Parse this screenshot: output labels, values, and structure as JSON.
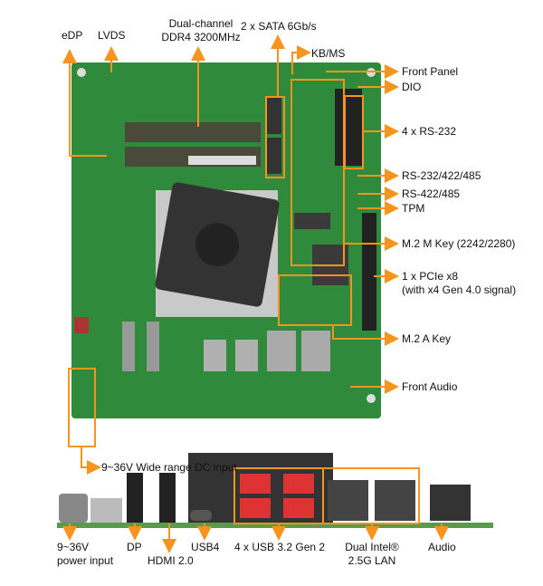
{
  "colors": {
    "accent": "#f7941d",
    "board": "#2f8a3c"
  },
  "top_view": {
    "labels": {
      "edp": "eDP",
      "lvds": "LVDS",
      "ddr4_line1": "Dual-channel",
      "ddr4_line2": "DDR4 3200MHz",
      "sata": "2 x SATA 6Gb/s",
      "kbms": "KB/MS",
      "front_panel": "Front Panel",
      "dio": "DIO",
      "rs232": "4 x RS-232",
      "rs232_422_485": "RS-232/422/485",
      "rs422_485": "RS-422/485",
      "tpm": "TPM",
      "m2_m_key": "M.2 M Key (2242/2280)",
      "pcie_line1": "1 x PCIe x8",
      "pcie_line2": "(with x4 Gen 4.0 signal)",
      "m2_a_key": "M.2 A Key",
      "front_audio": "Front Audio",
      "dc_input": "9~36V Wide range DC input"
    }
  },
  "io_view": {
    "labels": {
      "power_line1": "9~36V",
      "power_line2": "power input",
      "dp": "DP",
      "hdmi": "HDMI 2.0",
      "usb4": "USB4",
      "usb32": "4 x USB 3.2 Gen 2",
      "lan_line1": "Dual Intel®",
      "lan_line2": "2.5G LAN",
      "audio": "Audio"
    }
  }
}
